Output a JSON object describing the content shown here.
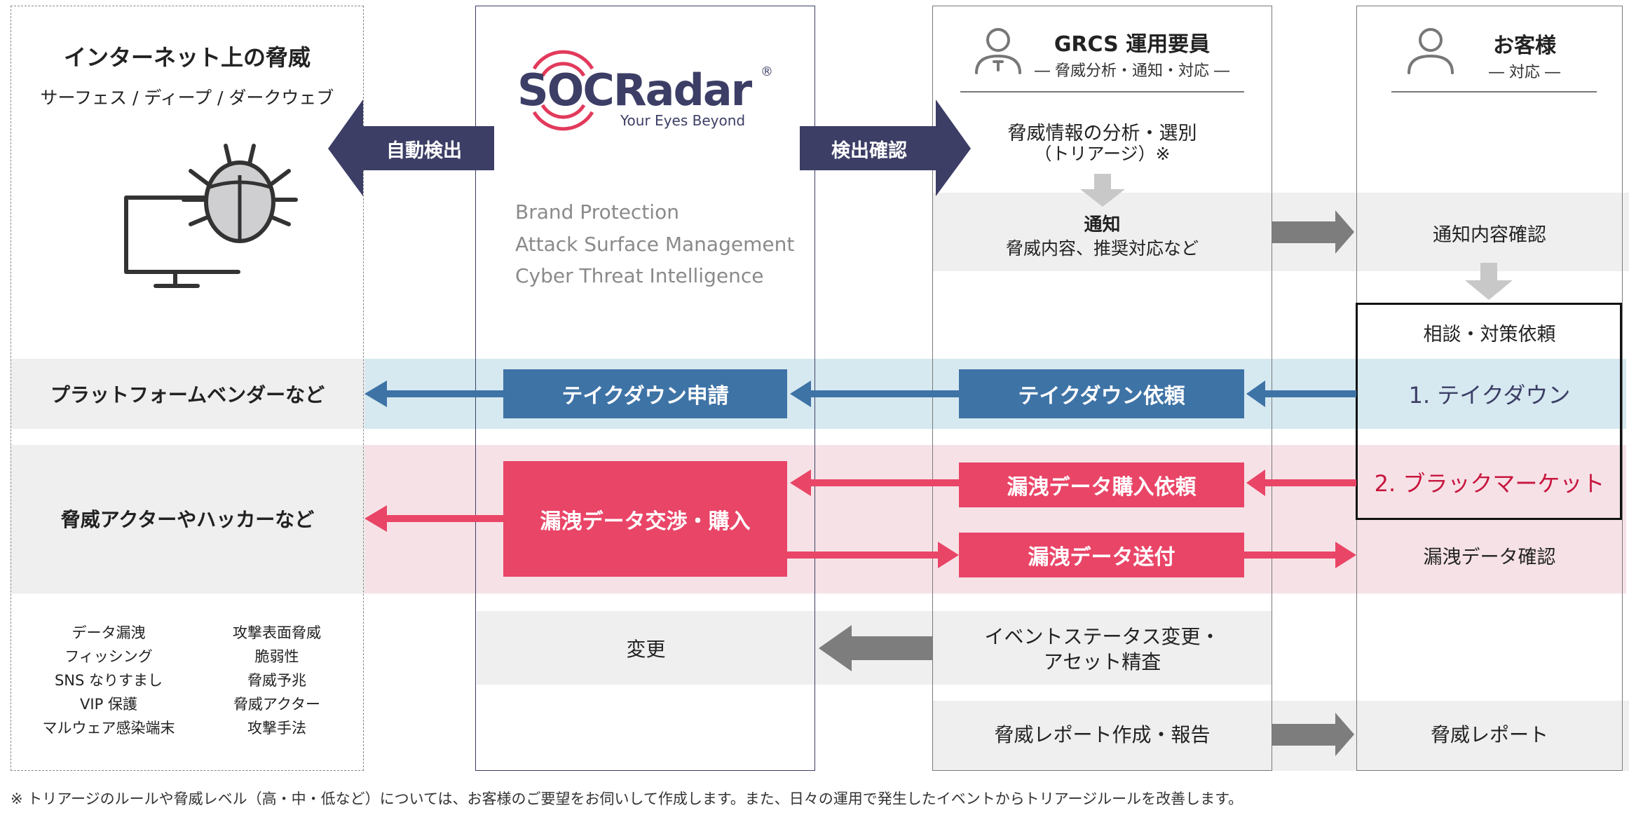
{
  "internet": {
    "title": "インターネット上の脅威",
    "subtitle": "サーフェス / ディープ / ダークウェブ",
    "threats_left": [
      "データ漏洩",
      "フィッシング",
      "SNS なりすまし",
      "VIP 保護",
      "マルウェア感染端末"
    ],
    "threats_right": [
      "攻撃表面脅威",
      "脆弱性",
      "脅威予兆",
      "脅威アクター",
      "攻撃手法"
    ]
  },
  "socradar": {
    "logo": "SOCRadar",
    "registered": "®",
    "tagline": "Your Eyes Beyond",
    "services": [
      "Brand Protection",
      "Attack Surface Management",
      "Cyber Threat Intelligence"
    ]
  },
  "grcs": {
    "title": "GRCS 運用要員",
    "subtitle": "― 脅威分析・通知・対応 ―"
  },
  "customer": {
    "title": "お客様",
    "subtitle": "― 対応 ―"
  },
  "arrows": {
    "auto_detect": "自動検出",
    "detect_confirm": "検出確認"
  },
  "flow": {
    "triage_line1": "脅威情報の分析・選別",
    "triage_line2": "（トリアージ）※",
    "notify_title": "通知",
    "notify_detail": "脅威内容、推奨対応など",
    "notify_confirm": "通知内容確認",
    "consult": "相談・対策依頼",
    "platform_vendor": "プラットフォームベンダーなど",
    "takedown_apply": "テイクダウン申請",
    "takedown_request": "テイクダウン依頼",
    "takedown_option": "1. テイクダウン",
    "threat_actors": "脅威アクターやハッカーなど",
    "leak_negotiate": "漏洩データ交渉・購入",
    "leak_buy_request": "漏洩データ購入依頼",
    "black_market_option": "2. ブラックマーケット",
    "leak_send": "漏洩データ送付",
    "leak_confirm": "漏洩データ確認",
    "change": "変更",
    "event_status_line1": "イベントステータス変更・",
    "event_status_line2": "アセット精査",
    "report_create": "脅威レポート作成・報告",
    "report": "脅威レポート"
  },
  "footnote": "※ トリアージのルールや脅威レベル（高・中・低など）については、お客様のご要望をお伺いして作成します。また、日々の運用で発生したイベントからトリアージルールを改善します。",
  "colors": {
    "navy": "#3c3e66",
    "blue": "#3e73a6",
    "red": "#e94567",
    "gray_arrow": "#7d7d7d",
    "light_gray_arrow": "#c8c8c8",
    "blue_band": "#d6e9f0",
    "pink_band": "#f6e2e6"
  },
  "icons": [
    "bug-monitor-icon",
    "person-icon",
    "person-icon"
  ]
}
